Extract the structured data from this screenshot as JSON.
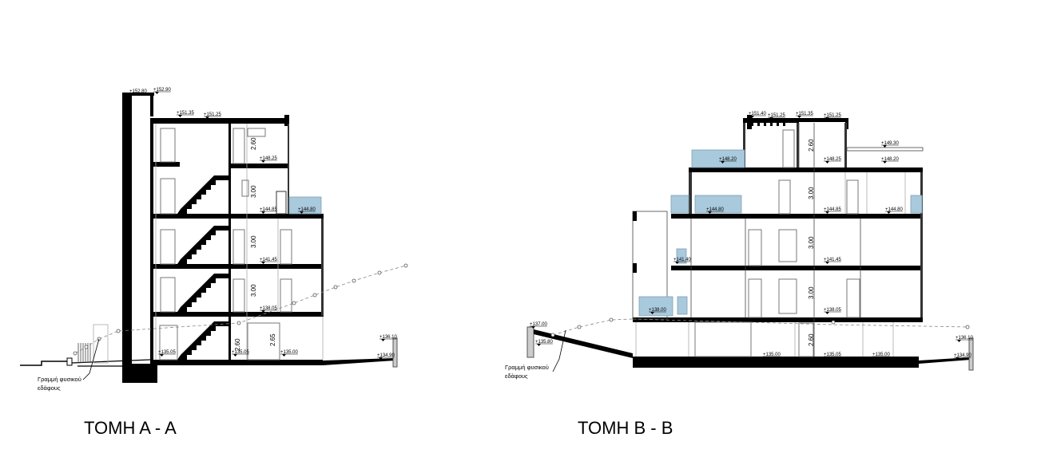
{
  "section_a": {
    "title": "ΤΟΜΗ Α - Α",
    "levels": [
      "+152.80",
      "+152.90",
      "+151.35",
      "+151.25",
      "+148.25",
      "+144.85",
      "+144.80",
      "+141.45",
      "+138.05",
      "+135.05",
      "+135.05",
      "+135.00",
      "+136.10",
      "+134.90"
    ],
    "heights": [
      "2.60",
      "3.00",
      "3.00",
      "3.00",
      "2.60",
      "2.65"
    ],
    "ground_note": [
      "Γραμμή φυσικού",
      "εδάφους"
    ]
  },
  "section_b": {
    "title": "ΤΟΜΗ Β - Β",
    "levels": [
      "+151.40",
      "+151.25",
      "+151.35",
      "+151.25",
      "+149.30",
      "+148.20",
      "+148.25",
      "+148.20",
      "+144.80",
      "+144.85",
      "+144.80",
      "+141.40",
      "+141.45",
      "+138.00",
      "+138.05",
      "+137.00",
      "+135.80",
      "+135.00",
      "+135.05",
      "+135.00",
      "+136.10",
      "+134.90"
    ],
    "heights": [
      "2.60",
      "3.00",
      "3.00",
      "3.00",
      "2.60"
    ],
    "ground_note": [
      "Γραμμή φυσικού",
      "εδάφους"
    ]
  },
  "colors": {
    "glass": "#a9c9dc",
    "structure": "#000000"
  }
}
